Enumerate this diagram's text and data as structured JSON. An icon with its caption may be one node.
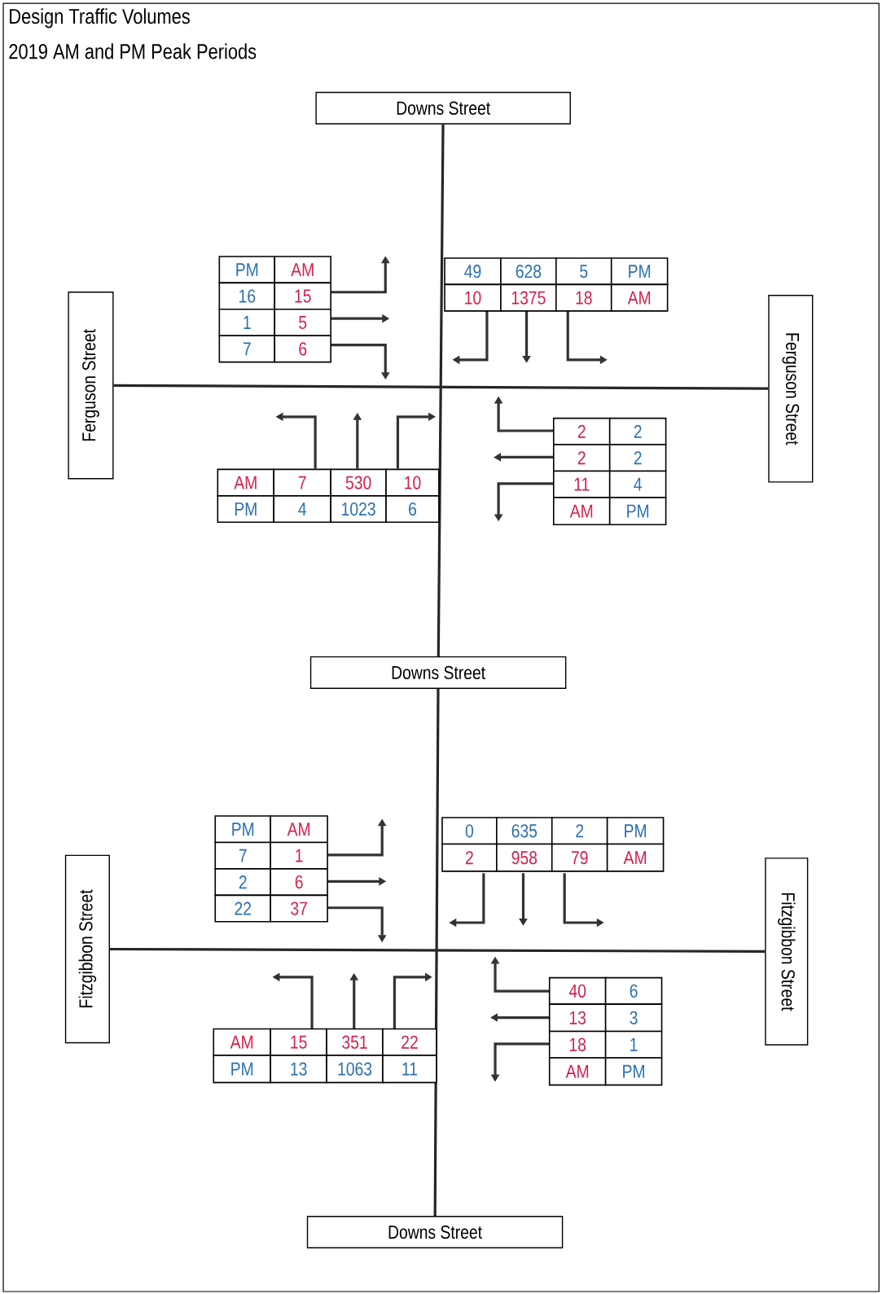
{
  "diagram": {
    "title": "Design Traffic Volumes",
    "nodes": [
      {
        "text": [
          "Downs Street"
        ]
      },
      {
        "text": [
          "Ferguson Street"
        ]
      },
      {
        "text": [
          "Ferguson Street"
        ]
      },
      {
        "text": [
          "Downs Street"
        ]
      },
      {
        "text": [
          "Fitzgibbon Street"
        ]
      },
      {
        "text": [
          "Fitzgibbon Street"
        ]
      },
      {
        "text": [
          "Downs Street"
        ]
      }
    ],
    "edges": [
      {
        "from": 0,
        "to": 3,
        "arrow": "none"
      },
      {
        "from": 1,
        "to": 2,
        "arrow": "none"
      },
      {
        "from": 3,
        "to": 6,
        "arrow": "none"
      },
      {
        "from": 4,
        "to": 5,
        "arrow": "none"
      }
    ],
    "labels": [
      "2019 AM and PM Peak Periods",
      "PM",
      "AM",
      "16",
      "15",
      "1",
      "5",
      "7",
      "6",
      "49",
      "628",
      "5",
      "PM",
      "10",
      "1375",
      "18",
      "AM",
      "2",
      "2",
      "2",
      "2",
      "11",
      "4",
      "AM",
      "PM",
      "AM",
      "7",
      "530",
      "10",
      "PM",
      "4",
      "1023",
      "6",
      "PM",
      "AM",
      "7",
      "1",
      "2",
      "6",
      "22",
      "37",
      "0",
      "635",
      "2",
      "PM",
      "2",
      "958",
      "79",
      "AM",
      "40",
      "6",
      "13",
      "3",
      "18",
      "1",
      "AM",
      "PM",
      "AM",
      "15",
      "351",
      "22",
      "PM",
      "13",
      "1063",
      "11"
    ]
  }
}
